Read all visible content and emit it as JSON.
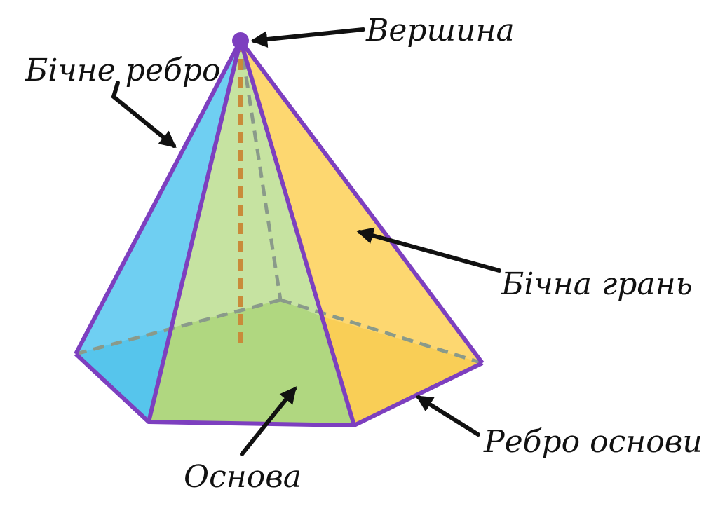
{
  "labels": {
    "apex": "Вершина",
    "lateral_edge": "Бічне ребро",
    "lateral_face": "Бічна грань",
    "base_edge": "Ребро основи",
    "base": "Основа"
  },
  "colors": {
    "edge": "#7d3fbf",
    "face_left": "#5bc8f0",
    "face_front": "#b8dc8a",
    "face_right": "#fdd25c",
    "base_left": "#33acc8",
    "base_mid": "#8fc15a",
    "base_right": "#d9b72c",
    "height_dash": "#c98b3a",
    "hidden_dash": "#8a9a8a",
    "arrow": "#111111"
  }
}
